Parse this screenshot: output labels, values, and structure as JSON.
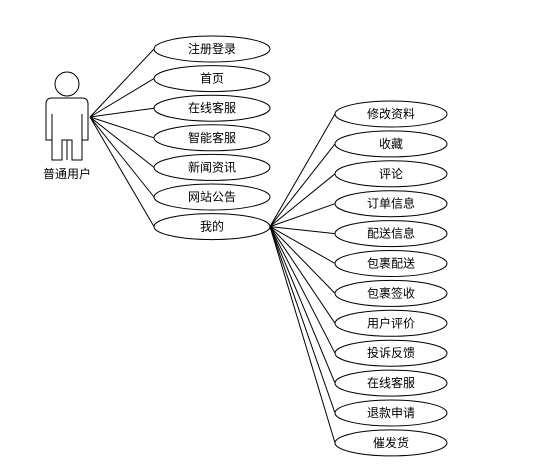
{
  "actor": {
    "label": "普通用户"
  },
  "primary_use_cases": [
    "注册登录",
    "首页",
    "在线客服",
    "智能客服",
    "新闻资讯",
    "网站公告",
    "我的"
  ],
  "my_use_cases": [
    "修改资料",
    "收藏",
    "评论",
    "订单信息",
    "配送信息",
    "包裹配送",
    "包裹签收",
    "用户评价",
    "投诉反馈",
    "在线客服",
    "退款申请",
    "催发货"
  ],
  "colors": {
    "stroke": "#000000",
    "fill": "#ffffff",
    "text": "#000000"
  }
}
